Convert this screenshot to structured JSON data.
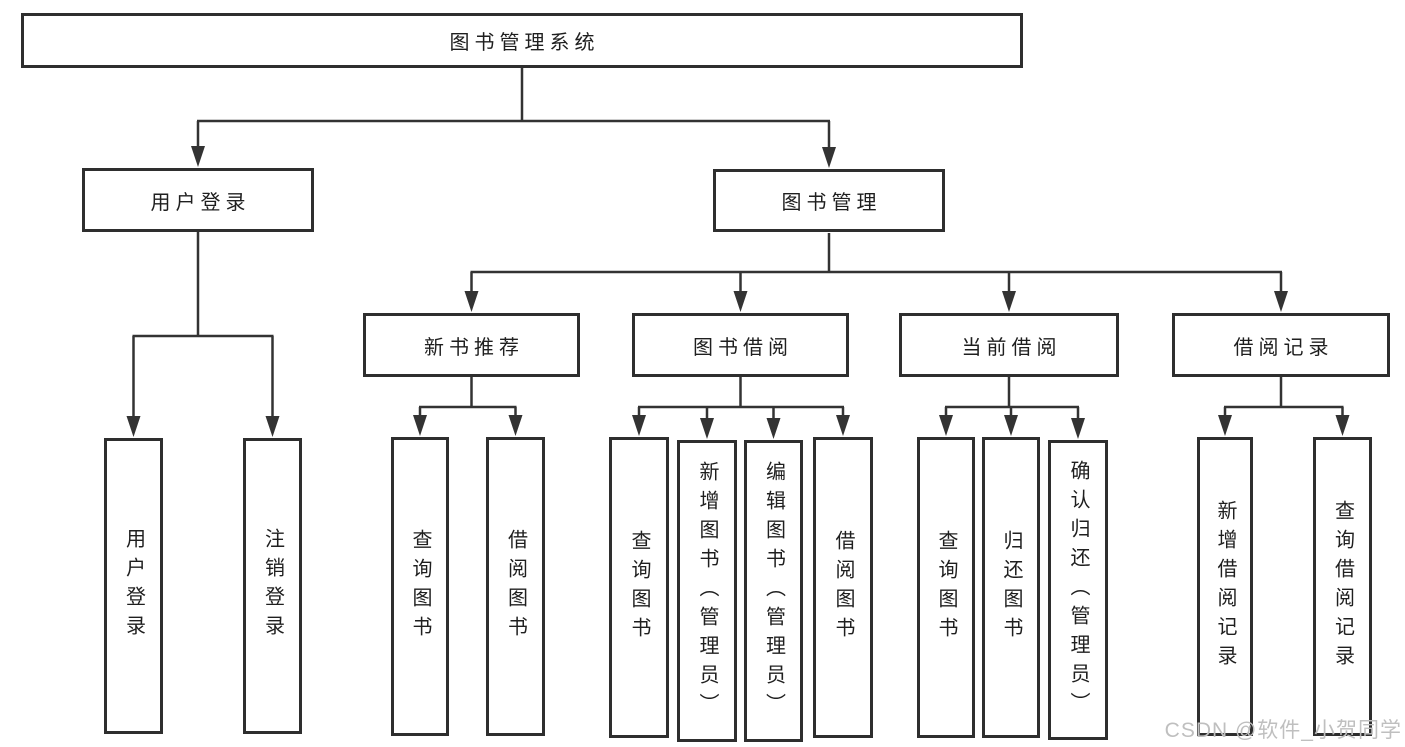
{
  "diagram": {
    "root": {
      "label": "图书管理系统"
    },
    "level2": [
      {
        "label": "用户登录"
      },
      {
        "label": "图书管理"
      }
    ],
    "level3": [
      {
        "label": "新书推荐"
      },
      {
        "label": "图书借阅"
      },
      {
        "label": "当前借阅"
      },
      {
        "label": "借阅记录"
      }
    ],
    "leaves": {
      "user_login": [
        {
          "label": "用户登录"
        },
        {
          "label": "注销登录"
        }
      ],
      "new_book": [
        {
          "label": "查询图书"
        },
        {
          "label": "借阅图书"
        }
      ],
      "borrow": [
        {
          "label": "查询图书"
        },
        {
          "label": "新增图书（管理员）"
        },
        {
          "label": "编辑图书（管理员）"
        },
        {
          "label": "借阅图书"
        }
      ],
      "current": [
        {
          "label": "查询图书"
        },
        {
          "label": "归还图书"
        },
        {
          "label": "确认归还（管理员）"
        }
      ],
      "records": [
        {
          "label": "新增借阅记录"
        },
        {
          "label": "查询借阅记录"
        }
      ]
    }
  },
  "watermark": {
    "text": "CSDN @软件_小贺同学"
  },
  "colors": {
    "line": "#333333",
    "box_border": "#2e2e2e",
    "text": "#1f1f1f",
    "watermark": "#bfbfbf",
    "background": "#ffffff"
  }
}
